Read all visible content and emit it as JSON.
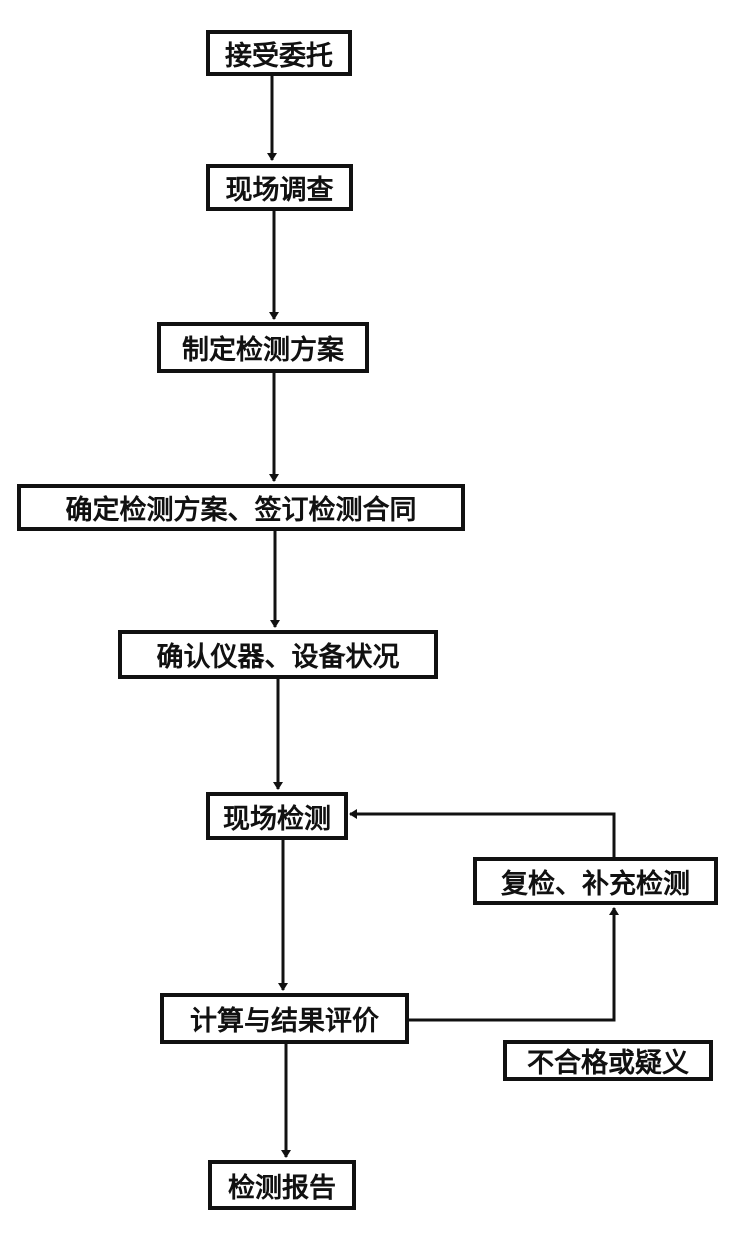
{
  "steps": {
    "accept": "接受委托",
    "survey": "现场调查",
    "plan": "制定检测方案",
    "confirm_plan": "确定检测方案、签订检测合同",
    "confirm_equipment": "确认仪器、设备状况",
    "onsite_test": "现场检测",
    "retest": "复检、补充检测",
    "evaluate": "计算与结果评价",
    "nonconform": "不合格或疑义",
    "report": "检测报告"
  }
}
